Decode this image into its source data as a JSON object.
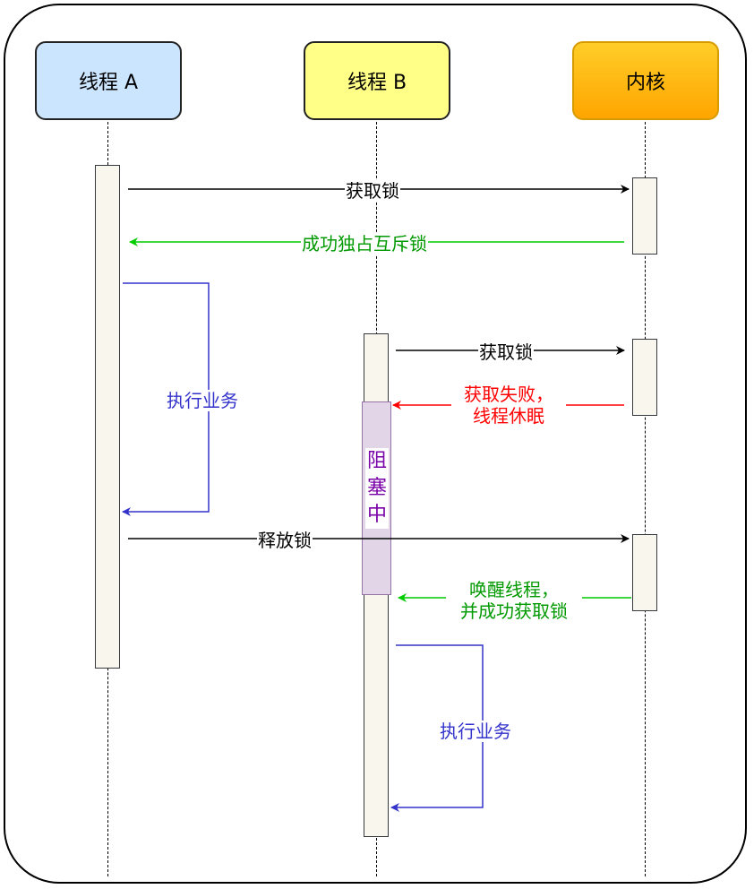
{
  "participants": {
    "thread_a": "线程 A",
    "thread_b": "线程 B",
    "kernel": "内核"
  },
  "messages": {
    "acquire_lock_a": "获取锁",
    "lock_success": "成功独占互斥锁",
    "execute_a": "执行业务",
    "acquire_lock_b": "获取锁",
    "fail_line1": "获取失败，",
    "fail_line2": "线程休眠",
    "blocked_1": "阻",
    "blocked_2": "塞",
    "blocked_3": "中",
    "release_lock": "释放锁",
    "wake_line1": "唤醒线程，",
    "wake_line2": "并成功获取锁",
    "execute_b": "执行业务"
  },
  "colors": {
    "request": "#000000",
    "success": "#00cc00",
    "failure": "#ff0000",
    "self_call": "#3333cc",
    "thread_a_fill": "#cce5ff",
    "thread_b_fill": "#ffff88",
    "kernel_fill": "#ffa500",
    "blocked_fill": "#e1d5e7"
  }
}
